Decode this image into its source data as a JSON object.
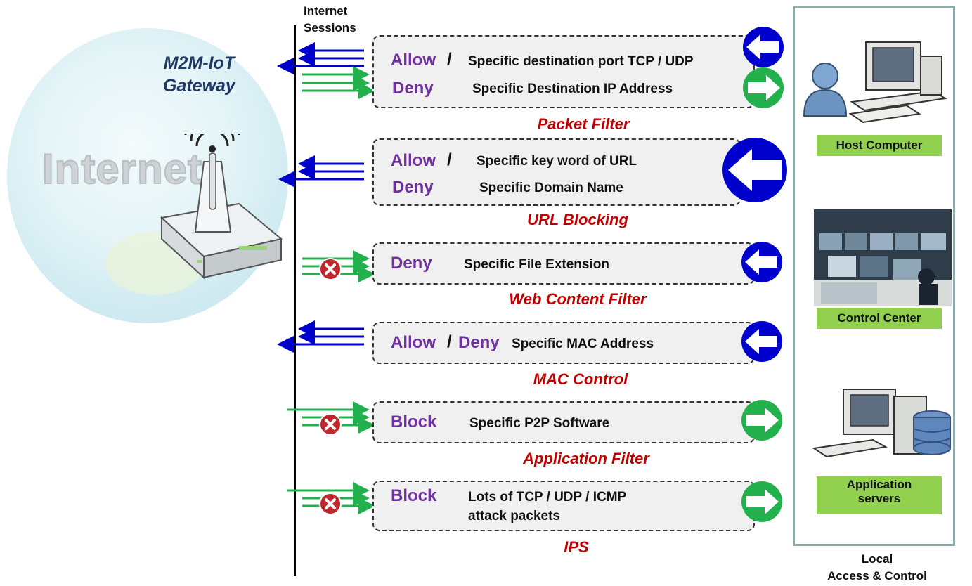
{
  "gateway": {
    "line1": "M2M-IoT",
    "line2": "Gateway",
    "internet_word": "Internet"
  },
  "sessions": {
    "line1": "Internet",
    "line2": "Sessions"
  },
  "filters": [
    {
      "action1": "Allow",
      "action2": "Deny",
      "desc1": "Specific destination port TCP / UDP",
      "desc2": "Specific Destination  IP Address",
      "label": "Packet Filter"
    },
    {
      "action1": "Allow",
      "action2": "Deny",
      "desc1": "Specific key word of URL",
      "desc2": "Specific Domain  Name",
      "label": "URL Blocking"
    },
    {
      "action1": "Deny",
      "desc1": "Specific File Extension",
      "label": "Web Content Filter"
    },
    {
      "action1": "Allow",
      "action2": "Deny",
      "desc1": "Specific MAC Address",
      "label": "MAC Control"
    },
    {
      "action1": "Block",
      "desc1": "Specific P2P Software",
      "label": "Application Filter"
    },
    {
      "action1": "Block",
      "desc1": "Lots of TCP / UDP / ICMP",
      "desc2": "attack packets",
      "label": "IPS"
    }
  ],
  "slash": "/",
  "local": {
    "host_label": "Host Computer",
    "control_label": "Control Center",
    "app_label_line1": "Application",
    "app_label_line2": "servers",
    "footer_line1": "Local",
    "footer_line2": "Access & Control"
  },
  "colors": {
    "allow_arrow": "#0000cc",
    "pass_arrow": "#22b14c",
    "block_icon": "#c0282e",
    "action_text": "#7030a0",
    "filter_label": "#c00000"
  }
}
